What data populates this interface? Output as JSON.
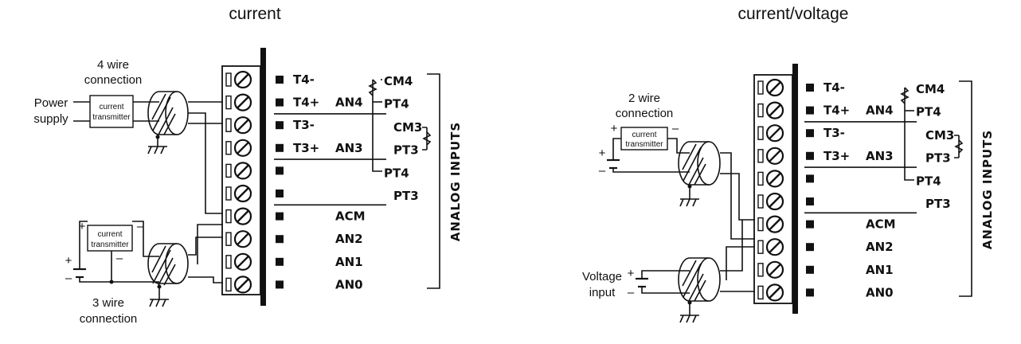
{
  "panels": [
    {
      "title": "current",
      "four_wire_label": [
        "4 wire",
        "connection"
      ],
      "power_supply_label": [
        "Power",
        "supply"
      ],
      "transmitter_label": [
        "current",
        "transmitter"
      ],
      "three_wire_label": [
        "3 wire",
        "connection"
      ],
      "plus": "+",
      "minus": "–"
    },
    {
      "title": "current/voltage",
      "two_wire_label": [
        "2 wire",
        "connection"
      ],
      "transmitter_label": [
        "current",
        "transmitter"
      ],
      "voltage_input_label": [
        "Voltage",
        "input"
      ],
      "plus": "+",
      "minus": "–"
    }
  ],
  "terminals": {
    "rows": [
      "T4-",
      "T4+",
      "T3-",
      "T3+",
      "",
      "",
      "",
      "",
      "",
      ""
    ],
    "channels": [
      "",
      "AN4",
      "",
      "AN3",
      "",
      "",
      "ACM",
      "AN2",
      "AN1",
      "AN0"
    ],
    "pt_labels": [
      "CM4",
      "PT4",
      "CM3",
      "PT3",
      "PT4",
      "PT3"
    ],
    "bracket_label": "ANALOG INPUTS"
  }
}
